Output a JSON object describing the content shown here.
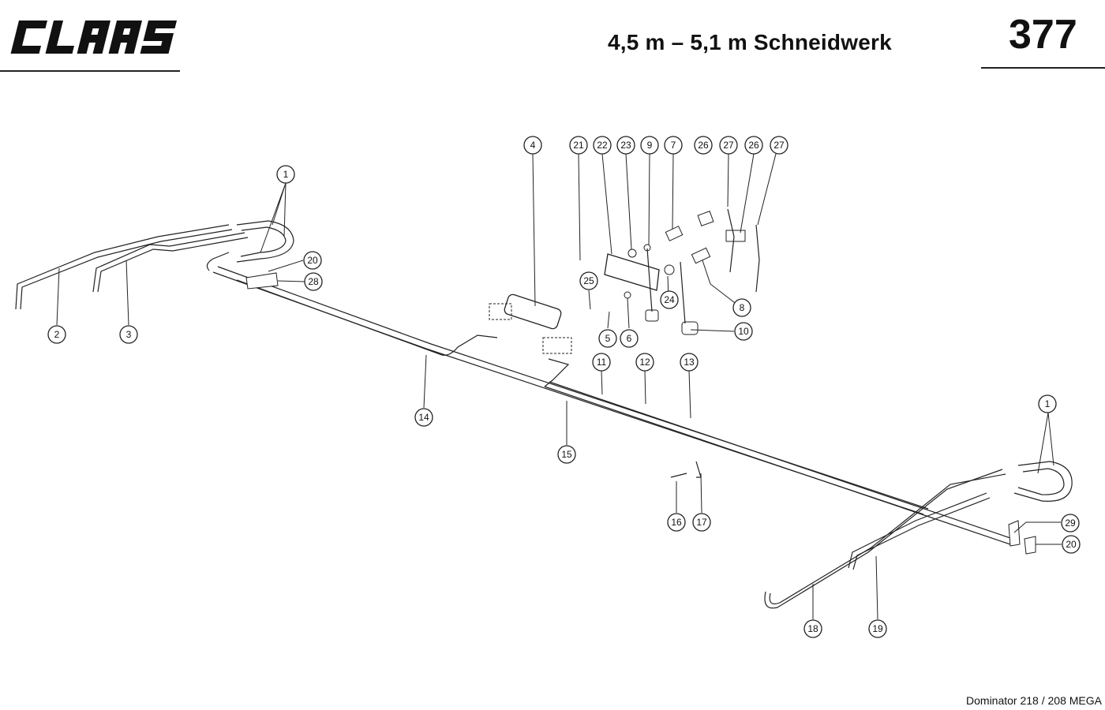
{
  "header": {
    "brand": "CLAAS",
    "title": "4,5 m – 5,1 m Schneidwerk",
    "page_number": "377"
  },
  "footer": {
    "model": "Dominator 218 / 208 MEGA"
  },
  "callouts": [
    {
      "key": "c1a",
      "label": "1"
    },
    {
      "key": "c1b",
      "label": "1"
    },
    {
      "key": "c2",
      "label": "2"
    },
    {
      "key": "c3",
      "label": "3"
    },
    {
      "key": "c4",
      "label": "4"
    },
    {
      "key": "c5",
      "label": "5"
    },
    {
      "key": "c6",
      "label": "6"
    },
    {
      "key": "c7",
      "label": "7"
    },
    {
      "key": "c8",
      "label": "8"
    },
    {
      "key": "c9",
      "label": "9"
    },
    {
      "key": "c10",
      "label": "10"
    },
    {
      "key": "c11",
      "label": "11"
    },
    {
      "key": "c12",
      "label": "12"
    },
    {
      "key": "c13",
      "label": "13"
    },
    {
      "key": "c14",
      "label": "14"
    },
    {
      "key": "c15",
      "label": "15"
    },
    {
      "key": "c16",
      "label": "16"
    },
    {
      "key": "c17",
      "label": "17"
    },
    {
      "key": "c18",
      "label": "18"
    },
    {
      "key": "c19",
      "label": "19"
    },
    {
      "key": "c20a",
      "label": "20"
    },
    {
      "key": "c20b",
      "label": "20"
    },
    {
      "key": "c21",
      "label": "21"
    },
    {
      "key": "c22",
      "label": "22"
    },
    {
      "key": "c23",
      "label": "23"
    },
    {
      "key": "c24",
      "label": "24"
    },
    {
      "key": "c25",
      "label": "25"
    },
    {
      "key": "c26a",
      "label": "26"
    },
    {
      "key": "c26b",
      "label": "26"
    },
    {
      "key": "c27a",
      "label": "27"
    },
    {
      "key": "c27b",
      "label": "27"
    },
    {
      "key": "c28",
      "label": "28"
    },
    {
      "key": "c29",
      "label": "29"
    }
  ]
}
